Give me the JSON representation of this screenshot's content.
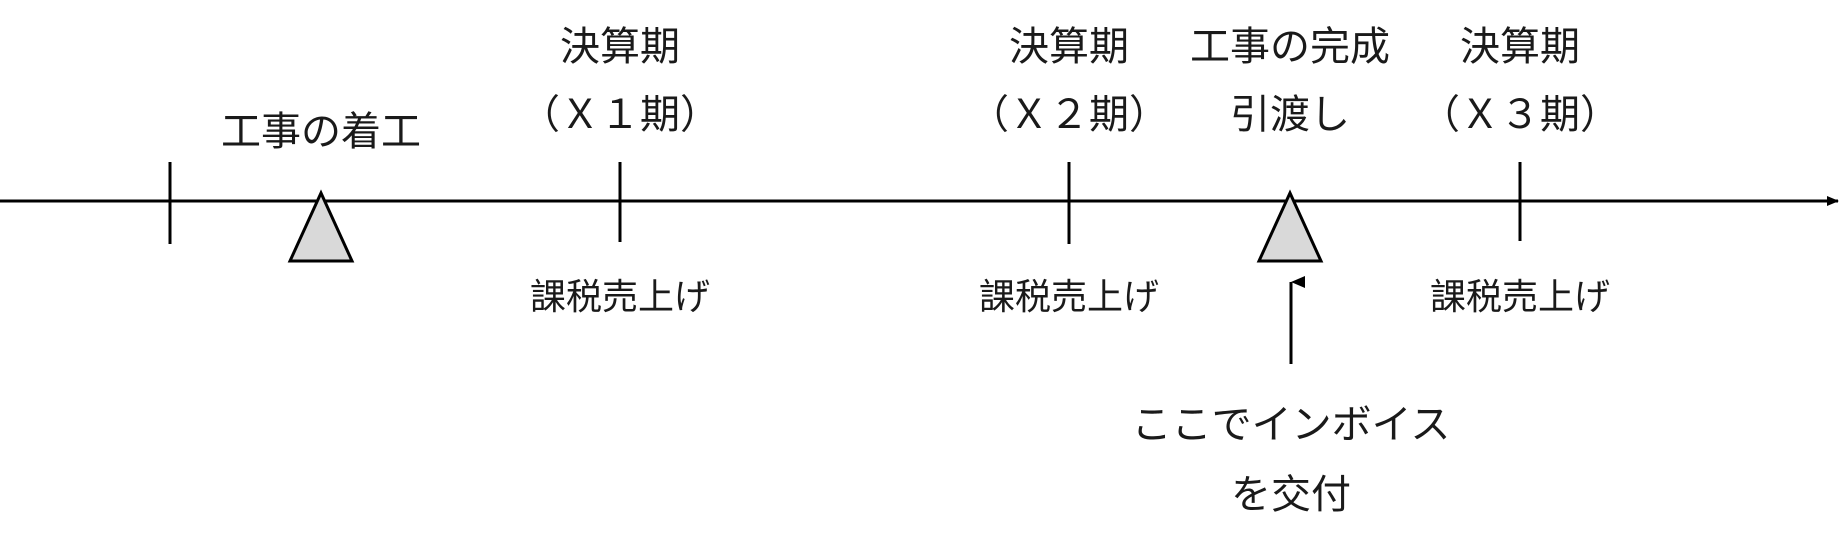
{
  "events": {
    "start": {
      "line1": "工事の着工"
    },
    "period1": {
      "line1": "決算期",
      "line2": "（Ｘ１期）",
      "below": "課税売上げ"
    },
    "period2": {
      "line1": "決算期",
      "line2": "（Ｘ２期）",
      "below": "課税売上げ"
    },
    "completion": {
      "line1": "工事の完成",
      "line2": "引渡し"
    },
    "period3": {
      "line1": "決算期",
      "line2": "（Ｘ３期）",
      "below": "課税売上げ"
    }
  },
  "note": {
    "line1": "ここでインボイス",
    "line2": "を交付"
  },
  "colors": {
    "line": "#000000",
    "marker_fill": "#d9d9d9",
    "text": "#1a1a1a"
  }
}
